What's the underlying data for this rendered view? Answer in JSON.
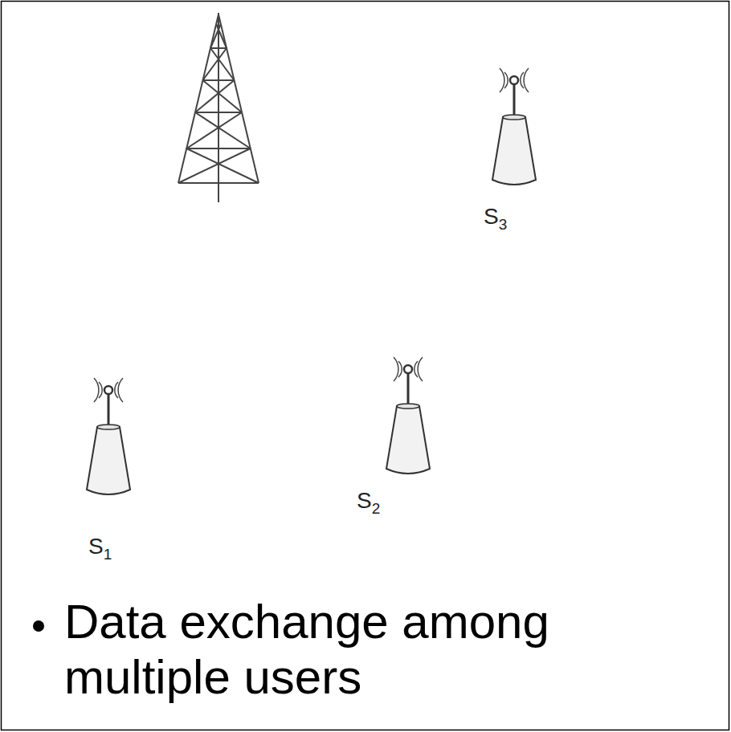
{
  "diagram": {
    "caption": "Data exchange among multiple users",
    "labels": [
      "S3",
      "S1",
      "S2"
    ]
  }
}
